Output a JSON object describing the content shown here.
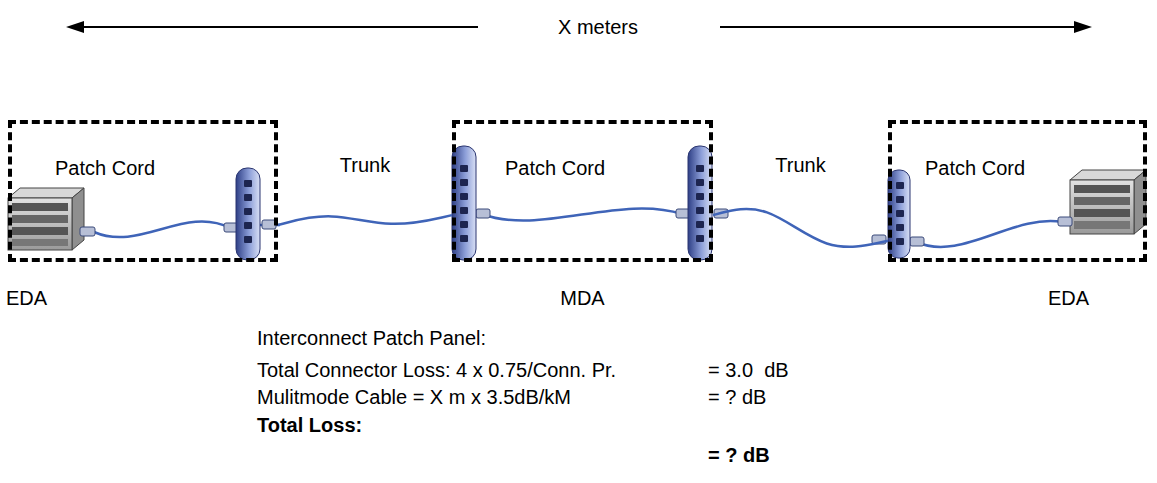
{
  "diagram": {
    "nodes": [
      {
        "text": [
          "Patch Cord",
          "EDA"
        ]
      },
      {
        "text": [
          "Patch Cord",
          "MDA"
        ]
      },
      {
        "text": [
          "Patch Cord",
          "EDA"
        ]
      }
    ],
    "edges": [
      {
        "from": 0,
        "to": 1,
        "arrow": "none",
        "label": "Trunk"
      },
      {
        "from": 1,
        "to": 2,
        "arrow": "none",
        "label": "Trunk"
      }
    ],
    "labels": [
      "X meters",
      "Interconnect Patch Panel:",
      "Total Connector Loss: 4 x 0.75/Conn. Pr.",
      "= 3.0  dB",
      "Mulitmode Cable = X m x 3.5dB/kM",
      "= ? dB",
      "Total Loss:",
      "= ? dB"
    ]
  }
}
